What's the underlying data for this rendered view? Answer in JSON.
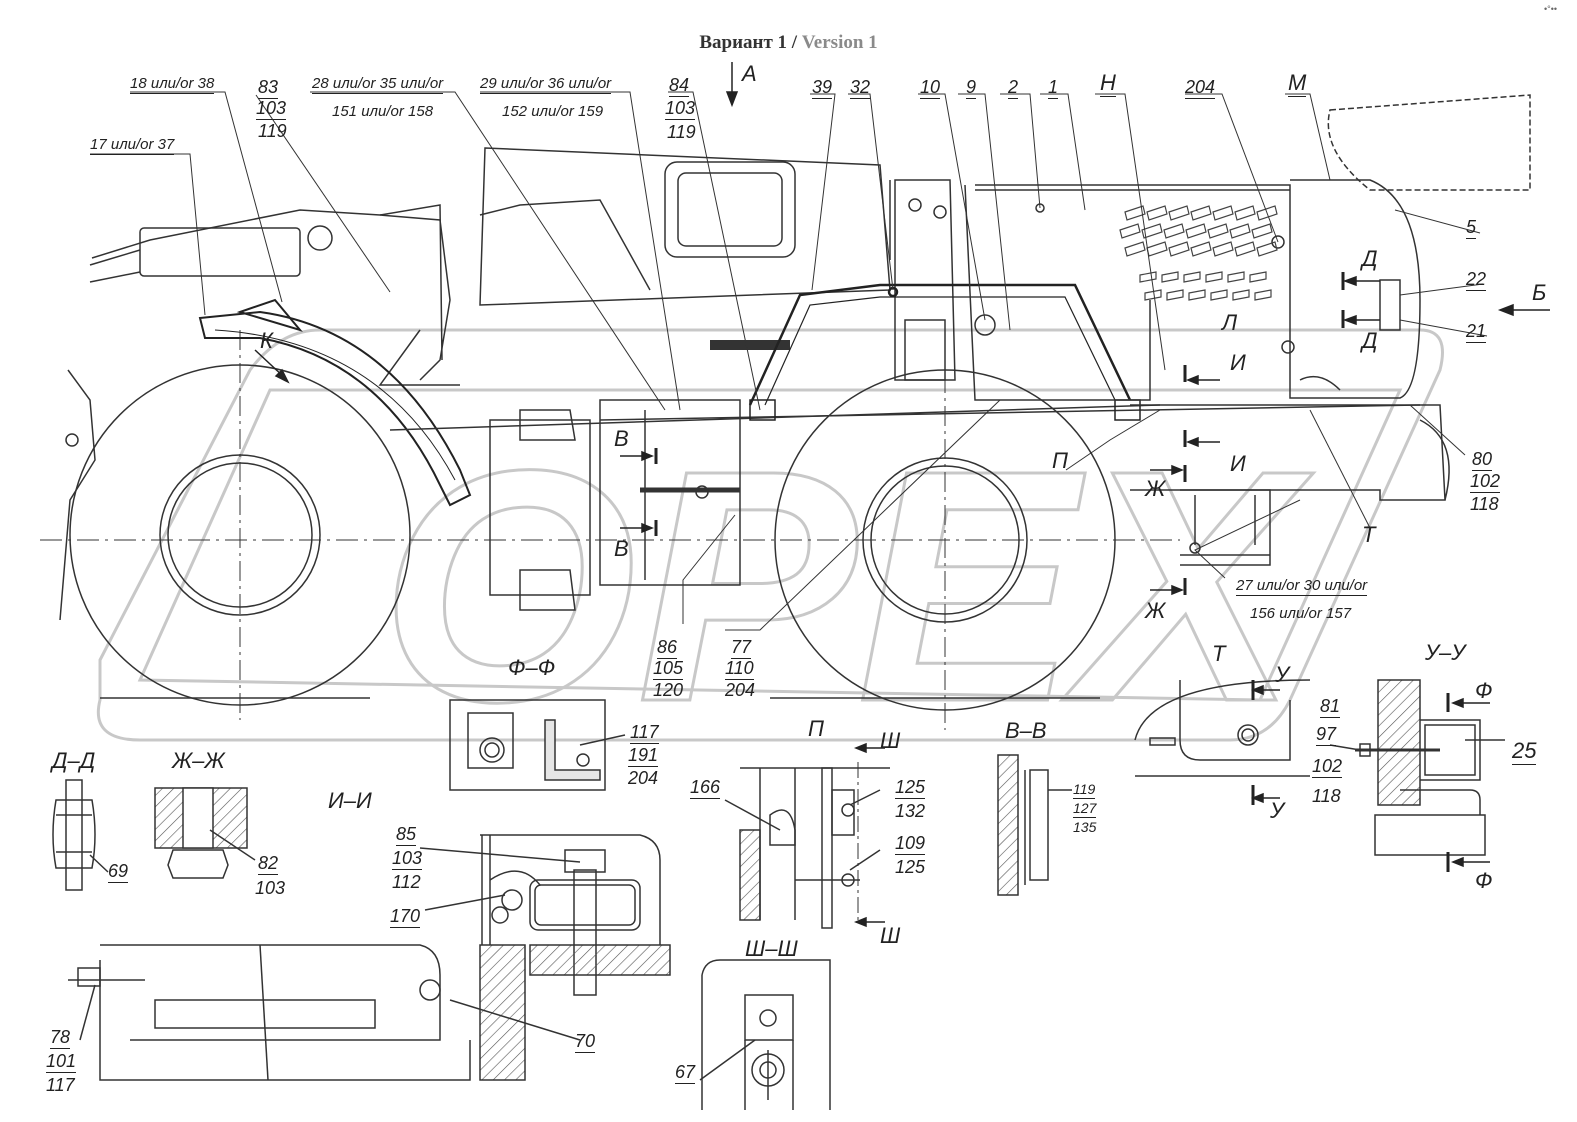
{
  "title": {
    "main": "Вариант 1",
    "sep": " / ",
    "version": "Version 1"
  },
  "corner_mark": "•°••",
  "watermark": "OPEX",
  "views": {
    "top_arrow": "A",
    "side_arrow": "Б",
    "detail_t": "Т",
    "section_ff": "Ф–Ф",
    "section_dd": "Д–Д",
    "section_zhzh": "Ж–Ж",
    "section_ii": "И–И",
    "detail_p": "П",
    "section_vv": "В–В",
    "section_shsh": "Ш–Ш",
    "section_uu": "У–У"
  },
  "callouts": {
    "c18_38": "18 или/or 38",
    "c17_37": "17 или/or 37",
    "c83": "83",
    "c103a": "103",
    "c119a": "119",
    "c28_35": "28 или/or  35  или/or",
    "c151_158": "151  или/or  158",
    "c29_36": "29 или/or  36 или/or",
    "c152_159": "152  или/or  159",
    "c84": "84",
    "c103b": "103",
    "c119b": "119",
    "c39": "39",
    "c32": "32",
    "c10": "10",
    "c9": "9",
    "c2": "2",
    "c1": "1",
    "cH": "Н",
    "c204a": "204",
    "cM": "М",
    "c5": "5",
    "c22": "22",
    "c21": "21",
    "cK": "К",
    "cD1": "Д",
    "cD2": "Д",
    "cL": "Л",
    "cI1": "И",
    "cI2": "И",
    "cV1": "В",
    "cV2": "В",
    "cP": "П",
    "cZh1": "Ж",
    "cZh2": "Ж",
    "cT": "Т",
    "c80": "80",
    "c102a": "102",
    "c118a": "118",
    "c27_30": "27 или/or 30 или/or",
    "c156_157": "156  или/or  157",
    "c86": "86",
    "c105": "105",
    "c120": "120",
    "c77": "77",
    "c110": "110",
    "c204b": "204",
    "c117a": "117",
    "c191": "191",
    "c204c": "204",
    "c166": "166",
    "c125a": "125",
    "c132": "132",
    "c109": "109",
    "c125b": "125",
    "cSh1": "Ш",
    "cSh2": "Ш",
    "c119c": "119",
    "c127": "127",
    "c135": "135",
    "cU1": "У",
    "cU2": "У",
    "cF1": "Ф",
    "cF2": "Ф",
    "c81": "81",
    "c97": "97",
    "c102b": "102",
    "c118b": "118",
    "c25": "25",
    "c69": "69",
    "c82": "82",
    "c103c": "103",
    "c85": "85",
    "c103d": "103",
    "c112": "112",
    "c170": "170",
    "c70": "70",
    "c78": "78",
    "c101": "101",
    "c117b": "117",
    "c67": "67"
  }
}
